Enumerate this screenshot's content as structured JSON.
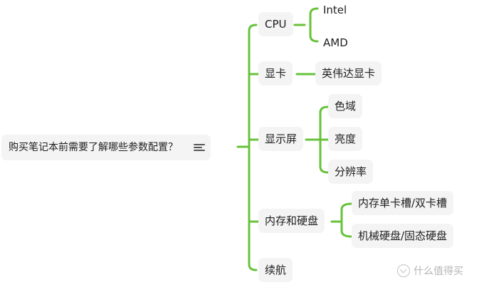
{
  "root": {
    "label": "购买笔记本前需要了解哪些参数配置？",
    "icon": "menu-lines-icon"
  },
  "branches": [
    {
      "label": "CPU",
      "children": [
        "Intel",
        "AMD"
      ]
    },
    {
      "label": "显卡",
      "children": [
        "英伟达显卡"
      ]
    },
    {
      "label": "显示屏",
      "children": [
        "色域",
        "亮度",
        "分辨率"
      ]
    },
    {
      "label": "内存和硬盘",
      "children": [
        "内存单卡槽/双卡槽",
        "机械硬盘/固态硬盘"
      ]
    },
    {
      "label": "续航",
      "children": []
    }
  ],
  "watermark": {
    "text": "什么值得买",
    "icon": "check-circle-icon"
  },
  "colors": {
    "connector": "#67c23a",
    "node_bg": "#f4f4f4",
    "text": "#1f1f1f"
  }
}
